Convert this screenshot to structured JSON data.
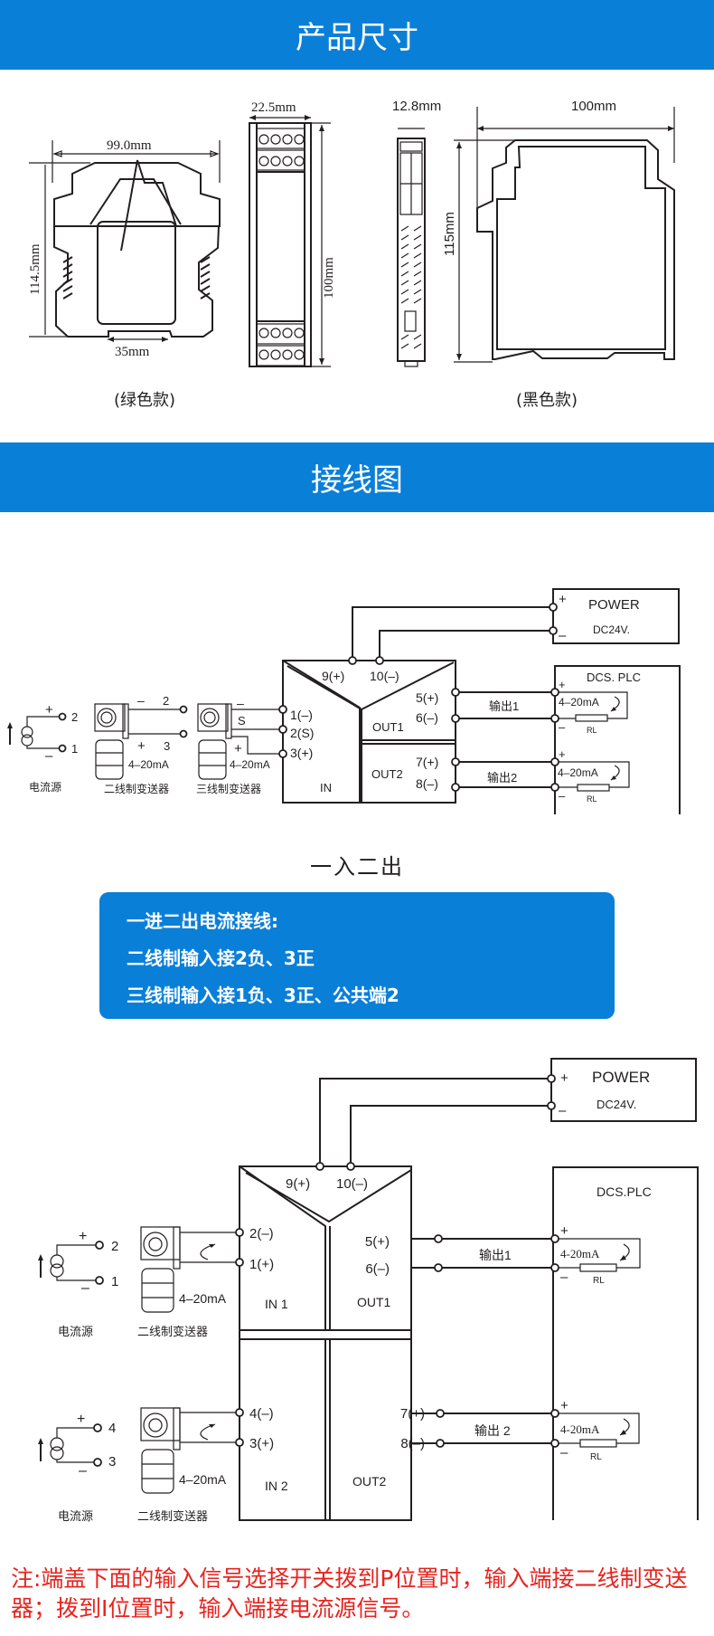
{
  "sections": {
    "dimensions_title": "产品尺寸",
    "wiring_title": "接线图"
  },
  "dimensions": {
    "green_model": {
      "caption": "(绿色款)",
      "width_label": "99.0mm",
      "height_label": "114.5mm",
      "rail_label": "35mm",
      "side_width_label": "22.5mm",
      "side_height_label": "100mm"
    },
    "black_model": {
      "caption": "(黑色款)",
      "side_width_label": "12.8mm",
      "depth_label": "100mm",
      "height_label": "115mm"
    }
  },
  "diagram1": {
    "power": {
      "title": "POWER",
      "voltage": "DC24V.",
      "plus": "+",
      "minus": "–"
    },
    "dcs": {
      "title": "DCS. PLC"
    },
    "terminals": {
      "t9": "9(+)",
      "t10": "10(–)",
      "t1": "1(–)",
      "t2": "2(S)",
      "t3": "3(+)",
      "t5": "5(+)",
      "t6": "6(–)",
      "t7": "7(+)",
      "t8": "8(–)"
    },
    "zones": {
      "in": "IN",
      "out1": "OUT1",
      "out2": "OUT2"
    },
    "outputs": {
      "out1": "输出1",
      "out2": "输出2"
    },
    "current_label": "4–20mA",
    "load_label": "RL",
    "plus": "+",
    "minus": "–",
    "current_source": {
      "label": "电流源",
      "pin_plus": "2",
      "pin_minus": "1"
    },
    "two_wire": {
      "label": "二线制变送器",
      "pin_minus": "2",
      "pin_plus": "3",
      "current": "4–20mA"
    },
    "three_wire": {
      "label": "三线制变送器",
      "signal": "S",
      "current": "4–20mA"
    }
  },
  "subtitle": "一入二出",
  "info": {
    "lines": [
      "一进二出电流接线:",
      "二线制输入接2负、3正",
      "三线制输入接1负、3正、公共端2"
    ]
  },
  "diagram2": {
    "power": {
      "title": "POWER",
      "voltage": "DC24V."
    },
    "dcs": {
      "title": "DCS.PLC"
    },
    "terminals": {
      "t9": "9(+)",
      "t10": "10(–)",
      "t2": "2(–)",
      "t1": "1(+)",
      "t4": "4(–)",
      "t3": "3(+)",
      "t5": "5(+)",
      "t6": "6(–)",
      "t7": "7(+)",
      "t8": "8(–)"
    },
    "zones": {
      "in1": "IN 1",
      "in2": "IN 2",
      "out1": "OUT1",
      "out2": "OUT2"
    },
    "outputs": {
      "out1": "输出1",
      "out2": "输出 2"
    },
    "current_label": "4-20mA",
    "load_label": "RL",
    "source1": {
      "label": "电流源",
      "pin_plus": "2",
      "pin_minus": "1"
    },
    "source2": {
      "label": "电流源",
      "pin_plus": "4",
      "pin_minus": "3"
    },
    "transmitter_label": "二线制变送器",
    "transmitter_current": "4–20mA"
  },
  "note": "注:端盖下面的输入信号选择开关拨到P位置时，输入端接二线制变送器；拨到I位置时，输入端接电流源信号。"
}
